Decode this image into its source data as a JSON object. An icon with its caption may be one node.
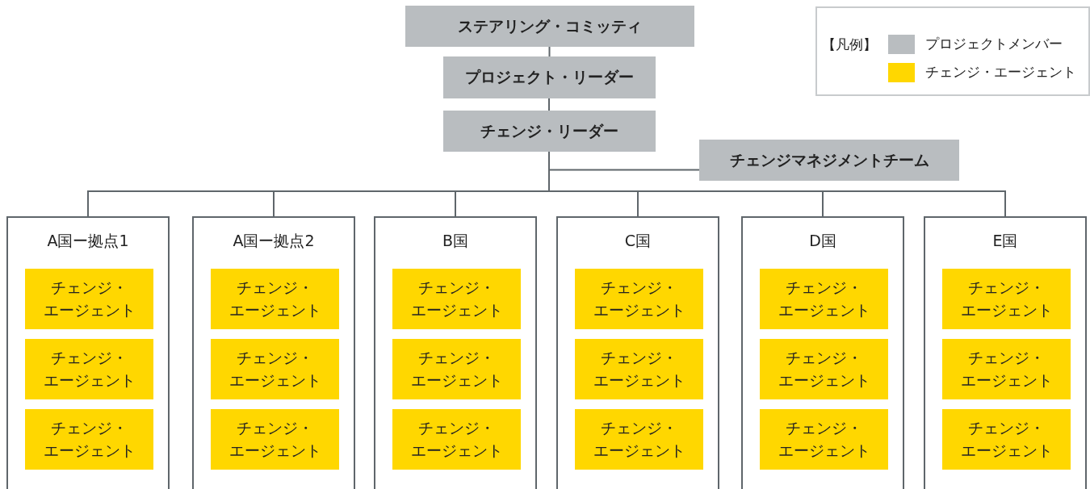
{
  "diagram": {
    "nodes": [
      {
        "text": [
          "ステアリング・コミッティ"
        ]
      },
      {
        "text": [
          "プロジェクト・リーダー"
        ]
      },
      {
        "text": [
          "チェンジ・リーダー"
        ]
      },
      {
        "text": [
          "チェンジマネジメントチーム"
        ]
      },
      {
        "text": [
          "A国ー拠点1"
        ]
      },
      {
        "text": [
          "チェンジ・エージェント"
        ],
        "in": 4
      },
      {
        "text": [
          "チェンジ・エージェント"
        ],
        "in": 4
      },
      {
        "text": [
          "チェンジ・エージェント"
        ],
        "in": 4
      },
      {
        "text": [
          "A国ー拠点2"
        ]
      },
      {
        "text": [
          "チェンジ・エージェント"
        ],
        "in": 8
      },
      {
        "text": [
          "チェンジ・エージェント"
        ],
        "in": 8
      },
      {
        "text": [
          "チェンジ・エージェント"
        ],
        "in": 8
      },
      {
        "text": [
          "B国"
        ]
      },
      {
        "text": [
          "チェンジ・エージェント"
        ],
        "in": 12
      },
      {
        "text": [
          "チェンジ・エージェント"
        ],
        "in": 12
      },
      {
        "text": [
          "チェンジ・エージェント"
        ],
        "in": 12
      },
      {
        "text": [
          "C国"
        ]
      },
      {
        "text": [
          "チェンジ・エージェント"
        ],
        "in": 16
      },
      {
        "text": [
          "チェンジ・エージェント"
        ],
        "in": 16
      },
      {
        "text": [
          "チェンジ・エージェント"
        ],
        "in": 16
      },
      {
        "text": [
          "D国"
        ]
      },
      {
        "text": [
          "チェンジ・エージェント"
        ],
        "in": 20
      },
      {
        "text": [
          "チェンジ・エージェント"
        ],
        "in": 20
      },
      {
        "text": [
          "チェンジ・エージェント"
        ],
        "in": 20
      },
      {
        "text": [
          "E国"
        ]
      },
      {
        "text": [
          "チェンジ・エージェント"
        ],
        "in": 24
      },
      {
        "text": [
          "チェンジ・エージェント"
        ],
        "in": 24
      },
      {
        "text": [
          "チェンジ・エージェント"
        ],
        "in": 24
      }
    ],
    "edges": [
      {
        "from": 0,
        "to": 1,
        "arrow": "none"
      },
      {
        "from": 1,
        "to": 2,
        "arrow": "none"
      },
      {
        "from": 2,
        "to": 3,
        "arrow": "none"
      },
      {
        "from": 2,
        "to": 4,
        "arrow": "none"
      },
      {
        "from": 2,
        "to": 8,
        "arrow": "none"
      },
      {
        "from": 2,
        "to": 12,
        "arrow": "none"
      },
      {
        "from": 2,
        "to": 16,
        "arrow": "none"
      },
      {
        "from": 2,
        "to": 20,
        "arrow": "none"
      },
      {
        "from": 2,
        "to": 24,
        "arrow": "none"
      }
    ],
    "labels": [
      "【凡例】"
    ],
    "legend": [
      {
        "text": "プロジェクトメンバー",
        "color": "#b9bdc0"
      },
      {
        "text": "チェンジ・エージェント",
        "color": "#ffd700"
      }
    ]
  }
}
